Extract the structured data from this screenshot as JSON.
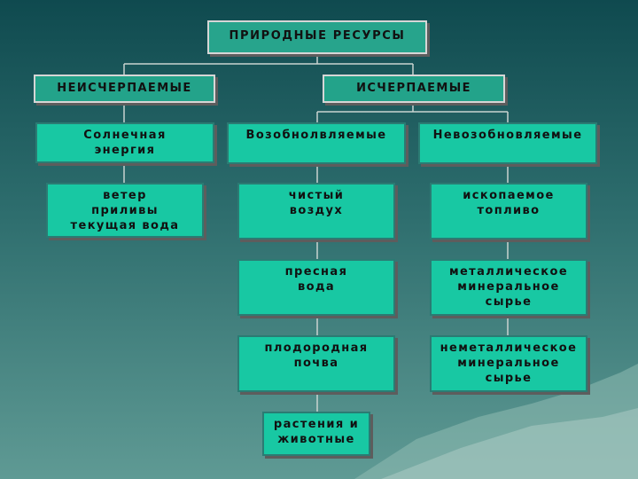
{
  "diagram": {
    "root": "ПРИРОДНЫЕ РЕСУРСЫ",
    "nonexhaustible": {
      "label": "НЕИСЧЕРПАЕМЫЕ",
      "type": "Солнечная\nэнергия",
      "examples": "ветер\nприливы\nтекущая вода"
    },
    "exhaustible": {
      "label": "ИСЧЕРПАЕМЫЕ",
      "renewable": {
        "label": "Возобнолвляемые",
        "items": [
          "чистый\nвоздух",
          "пресная\nвода",
          "плодородная\nпочва",
          "растения и\nживотные"
        ]
      },
      "nonrenewable": {
        "label": "Невозобновляемые",
        "items": [
          "ископаемое\nтопливо",
          "металлическое\nминеральное\nсырье",
          "неметаллическое\nминеральное\nсырье"
        ]
      }
    }
  }
}
